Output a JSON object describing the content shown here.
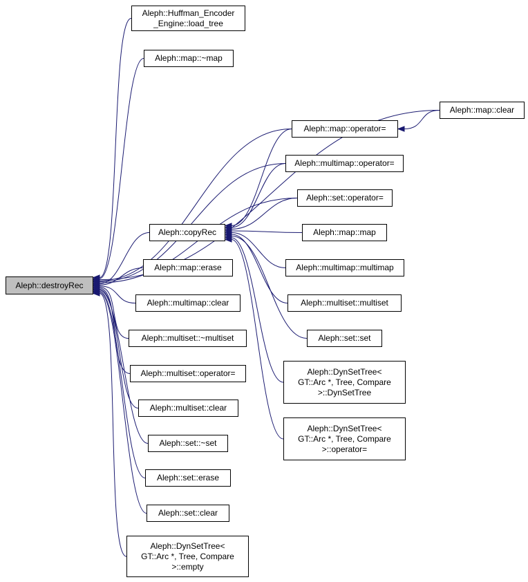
{
  "diagram": {
    "type": "doxygen-caller-graph",
    "background": "#ffffff",
    "edge_color": "#191970",
    "node_fill": "#ffffff",
    "node_border": "#000000",
    "highlight_fill": "#bfbfbf",
    "highlighted_node": "destroyRec"
  },
  "nodes": [
    {
      "id": "load_tree",
      "label": "Aleph::Huffman_Encoder\n_Engine::load_tree"
    },
    {
      "id": "map_dtor",
      "label": "Aleph::map::~map"
    },
    {
      "id": "map_clear",
      "label": "Aleph::map::clear"
    },
    {
      "id": "map_assign",
      "label": "Aleph::map::operator="
    },
    {
      "id": "multimap_assign",
      "label": "Aleph::multimap::operator="
    },
    {
      "id": "set_assign",
      "label": "Aleph::set::operator="
    },
    {
      "id": "copyRec",
      "label": "Aleph::copyRec"
    },
    {
      "id": "map_ctor",
      "label": "Aleph::map::map"
    },
    {
      "id": "map_erase",
      "label": "Aleph::map::erase"
    },
    {
      "id": "multimap_ctor",
      "label": "Aleph::multimap::multimap"
    },
    {
      "id": "destroyRec",
      "label": "Aleph::destroyRec"
    },
    {
      "id": "multimap_clear",
      "label": "Aleph::multimap::clear"
    },
    {
      "id": "multiset_ctor",
      "label": "Aleph::multiset::multiset"
    },
    {
      "id": "multiset_dtor",
      "label": "Aleph::multiset::~multiset"
    },
    {
      "id": "set_ctor",
      "label": "Aleph::set::set"
    },
    {
      "id": "multiset_assign",
      "label": "Aleph::multiset::operator="
    },
    {
      "id": "dynsettree_ctor",
      "label": "Aleph::DynSetTree<\nGT::Arc *, Tree, Compare\n>::DynSetTree"
    },
    {
      "id": "multiset_clear",
      "label": "Aleph::multiset::clear"
    },
    {
      "id": "set_dtor",
      "label": "Aleph::set::~set"
    },
    {
      "id": "dynsettree_assign",
      "label": "Aleph::DynSetTree<\nGT::Arc *, Tree, Compare\n>::operator="
    },
    {
      "id": "set_erase",
      "label": "Aleph::set::erase"
    },
    {
      "id": "set_clear",
      "label": "Aleph::set::clear"
    },
    {
      "id": "dynsettree_empty",
      "label": "Aleph::DynSetTree<\nGT::Arc *, Tree, Compare\n>::empty"
    }
  ],
  "edges": [
    {
      "from": "load_tree",
      "to": "destroyRec"
    },
    {
      "from": "map_dtor",
      "to": "destroyRec"
    },
    {
      "from": "map_clear",
      "to": "destroyRec"
    },
    {
      "from": "map_assign",
      "to": "destroyRec"
    },
    {
      "from": "multimap_assign",
      "to": "destroyRec"
    },
    {
      "from": "set_assign",
      "to": "destroyRec"
    },
    {
      "from": "copyRec",
      "to": "destroyRec"
    },
    {
      "from": "map_erase",
      "to": "destroyRec"
    },
    {
      "from": "multimap_clear",
      "to": "destroyRec"
    },
    {
      "from": "multiset_dtor",
      "to": "destroyRec"
    },
    {
      "from": "multiset_assign",
      "to": "destroyRec"
    },
    {
      "from": "multiset_clear",
      "to": "destroyRec"
    },
    {
      "from": "set_dtor",
      "to": "destroyRec"
    },
    {
      "from": "set_erase",
      "to": "destroyRec"
    },
    {
      "from": "set_clear",
      "to": "destroyRec"
    },
    {
      "from": "dynsettree_empty",
      "to": "destroyRec"
    },
    {
      "from": "map_assign",
      "to": "copyRec"
    },
    {
      "from": "multimap_assign",
      "to": "copyRec"
    },
    {
      "from": "set_assign",
      "to": "copyRec"
    },
    {
      "from": "map_ctor",
      "to": "copyRec"
    },
    {
      "from": "multimap_ctor",
      "to": "copyRec"
    },
    {
      "from": "multiset_ctor",
      "to": "copyRec"
    },
    {
      "from": "set_ctor",
      "to": "copyRec"
    },
    {
      "from": "dynsettree_ctor",
      "to": "copyRec"
    },
    {
      "from": "dynsettree_assign",
      "to": "copyRec"
    },
    {
      "from": "map_clear",
      "to": "map_assign"
    }
  ]
}
